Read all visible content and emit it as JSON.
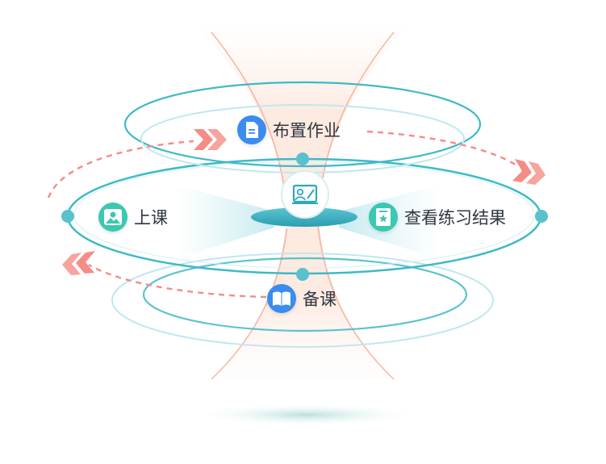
{
  "nodes": {
    "assign": {
      "label": "布置作业",
      "icon": "document-icon",
      "color": "#3a8cf0"
    },
    "class": {
      "label": "上课",
      "icon": "picture-icon",
      "color": "#3ac8b2"
    },
    "results": {
      "label": "查看练习结果",
      "icon": "certificate-icon",
      "color": "#3ac8b2"
    },
    "prepare": {
      "label": "备课",
      "icon": "book-icon",
      "color": "#3a8cf0"
    }
  },
  "center": {
    "icon": "presentation-board-icon"
  },
  "colors": {
    "ring": "#3fb9c7",
    "ring_light": "#bfe8ee",
    "funnel": "#f4a58e",
    "arrow": "#f58c86",
    "disk": "#2ea9bb"
  }
}
